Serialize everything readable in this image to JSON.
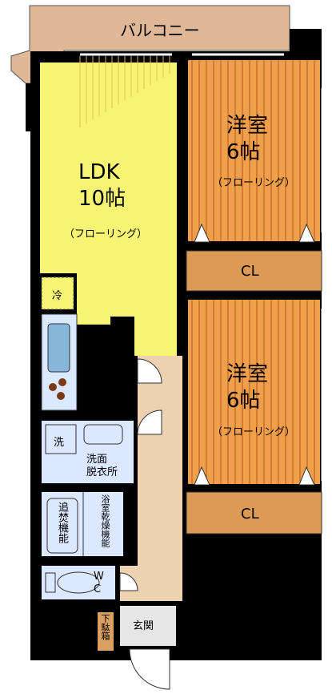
{
  "balcony": {
    "label": "バルコニー"
  },
  "ldk": {
    "name": "LDK",
    "size": "10帖",
    "floor": "（フローリング）"
  },
  "bedroom1": {
    "name": "洋室",
    "size": "6帖",
    "floor": "（フローリング）"
  },
  "bedroom2": {
    "name": "洋室",
    "size": "6帖",
    "floor": "（フローリング）"
  },
  "closet1": {
    "label": "CL"
  },
  "closet2": {
    "label": "CL"
  },
  "fridge": {
    "label": "冷"
  },
  "washer": {
    "label": "洗"
  },
  "washroom": {
    "label": "洗面\n脱衣所"
  },
  "water_heater": {
    "label": "追焚機能"
  },
  "bath_dryer": {
    "label": "浴室乾燥機能"
  },
  "wc": {
    "label": "WC"
  },
  "entrance": {
    "label": "玄関"
  },
  "shoe_box": {
    "label": "下駄箱"
  },
  "colors": {
    "ldk_floor": "#f7f373",
    "bedroom_floor": "#f0a04b",
    "bedroom_line": "#b8561e",
    "balcony": "#dfb997",
    "corridor": "#edd2b2",
    "wet_area": "#dbe8ff",
    "wall": "#000000",
    "shoe_box": "#d9a062"
  }
}
